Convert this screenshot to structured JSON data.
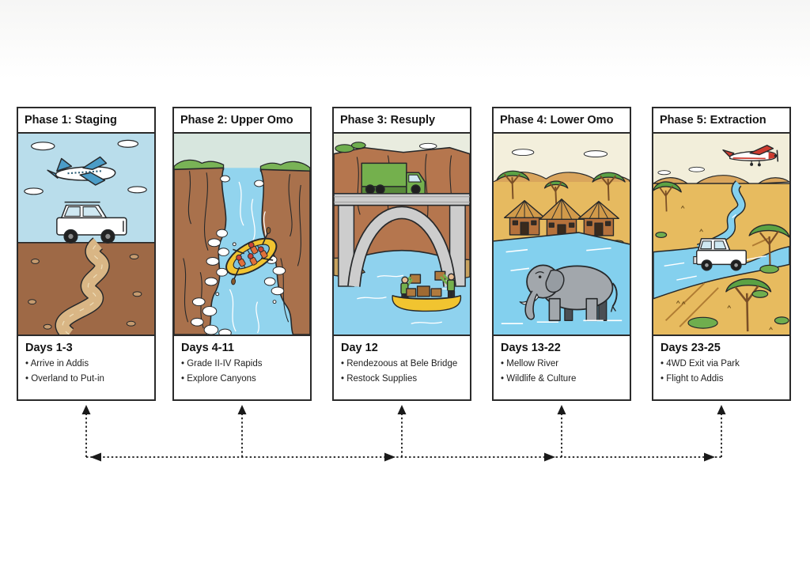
{
  "phases": [
    {
      "title": "Phase 1: Staging",
      "days": "Days 1-3",
      "bullets": [
        "Arrive in Addis",
        "Overland to Put-in"
      ],
      "illustration": "airplane in blue sky over white 4WD on winding dirt road"
    },
    {
      "title": "Phase 2: Upper Omo",
      "days": "Days 4-11",
      "bullets": [
        "Grade II-IV Rapids",
        "Explore Canyons"
      ],
      "illustration": "yellow raft with paddlers running whitewater through steep canyon"
    },
    {
      "title": "Phase 3: Resuply",
      "days": "Day 12",
      "bullets": [
        "Rendezoous at Bele Bridge",
        "Restock Supplies"
      ],
      "illustration": "green supply truck on arch bridge, crew loading boxes into raft below"
    },
    {
      "title": "Phase 4: Lower Omo",
      "days": "Days 13-22",
      "bullets": [
        "Mellow River",
        "Wildlife & Culture"
      ],
      "illustration": "elephant standing in river in front of village huts and acacia trees"
    },
    {
      "title": "Phase 5: Extraction",
      "days": "Days 23-25",
      "bullets": [
        "4WD Exit via Park",
        "Flight to Addis"
      ],
      "illustration": "red bush plane over savanna river with 4WD on exit track"
    }
  ],
  "connector": {
    "style": "dotted",
    "color": "#1a1a1a",
    "up_arrow_targets": [
      "Phase 1",
      "Phase 2",
      "Phase 3",
      "Phase 4",
      "Phase 5"
    ],
    "horizontal_arrowheads": [
      "left toward Phase 1",
      "right toward Phase 3",
      "right toward Phase 4",
      "right toward Phase 5"
    ]
  },
  "palette": {
    "card_border": "#2b2b2b",
    "header_bg": "#ffffff",
    "text": "#141414",
    "sky_blue": "#b9ddeb",
    "water_blue": "#8ed2ee",
    "canyon_brown": "#a9714c",
    "earth_brown": "#9e6946",
    "savanna_tan": "#e6ba5f",
    "raft_yellow": "#f1c430",
    "truck_green": "#74b04d",
    "elephant_grey": "#a2a7ac",
    "bush_plane_red": "#cd3b2f"
  }
}
